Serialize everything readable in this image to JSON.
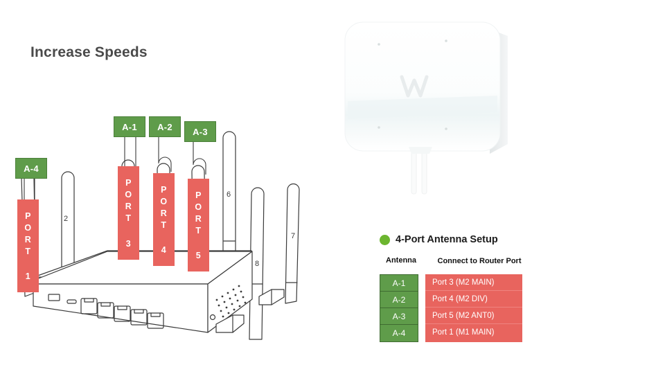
{
  "page": {
    "title": "Increase Speeds",
    "background": "#ffffff"
  },
  "colors": {
    "green_tag": "#5f9c4a",
    "green_bullet": "#6cb52f",
    "red_port": "#e8645e",
    "title_text": "#4a4a4a",
    "line": "#3a3a3a"
  },
  "diagram": {
    "name": "router-antenna-diagram",
    "antenna_tags": [
      {
        "label": "A-4",
        "port_label": "PORT",
        "port_number": "1"
      },
      {
        "label": "A-1",
        "port_label": "PORT",
        "port_number": "3"
      },
      {
        "label": "A-2",
        "port_label": "PORT",
        "port_number": "4"
      },
      {
        "label": "A-3",
        "port_label": "PORT",
        "port_number": "5"
      }
    ],
    "port_letters": [
      "P",
      "O",
      "R",
      "T"
    ],
    "antenna_numbers": [
      "2",
      "6",
      "7",
      "8"
    ]
  },
  "photo": {
    "caption": "",
    "logo_text": "W"
  },
  "panel": {
    "bullet_icon": "green-circle-icon",
    "title": "4-Port Antenna Setup",
    "columns": {
      "antenna": "Antenna",
      "router_port": "Connect to Router Port"
    },
    "rows": [
      {
        "antenna": "A-1",
        "port": "Port 3 (M2 MAIN)"
      },
      {
        "antenna": "A-2",
        "port": "Port 4 (M2 DIV)"
      },
      {
        "antenna": "A-3",
        "port": "Port 5 (M2 ANT0)"
      },
      {
        "antenna": "A-4",
        "port": "Port 1 (M1 MAIN)"
      }
    ]
  }
}
